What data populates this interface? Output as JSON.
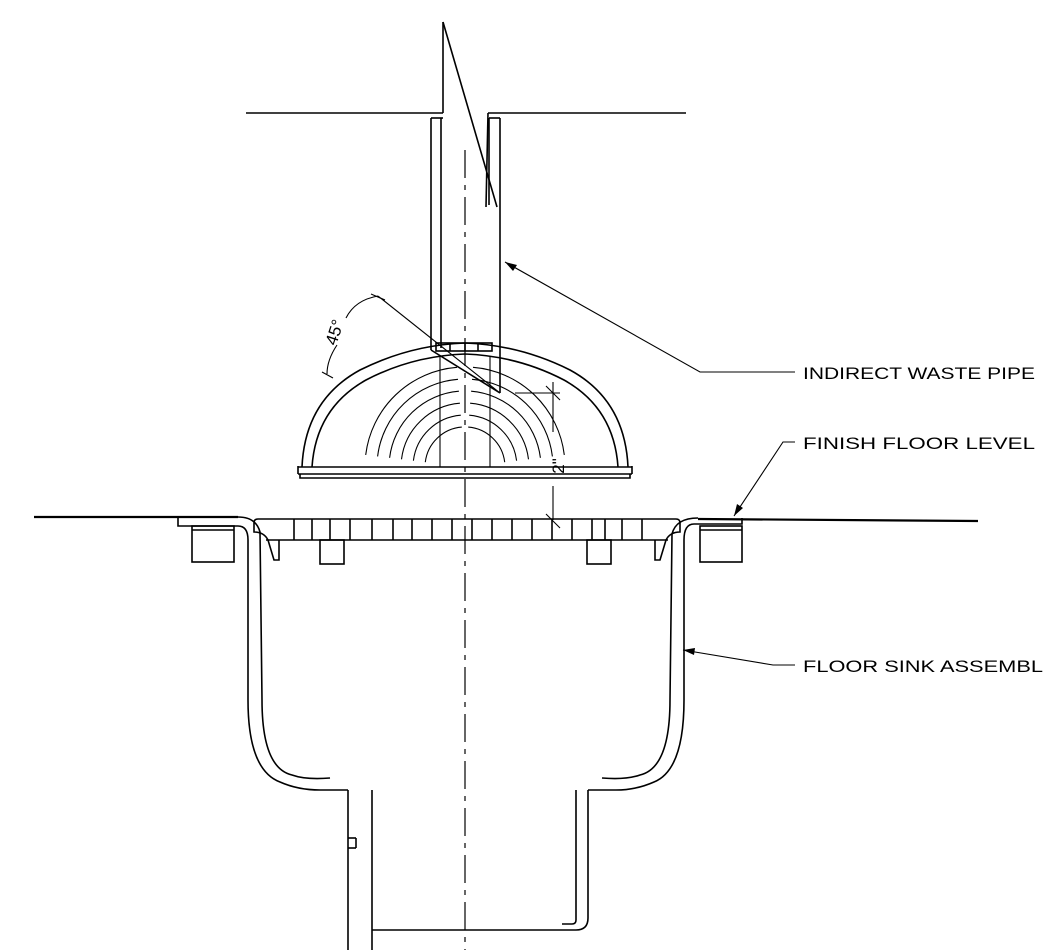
{
  "labels": {
    "indirect_waste_pipe": "INDIRECT WASTE PIPE",
    "finish_floor_level": "FINISH FLOOR LEVEL",
    "floor_sink_assembly": "FLOOR SINK ASSEMBL"
  },
  "dimensions": {
    "angle": "45°",
    "gap": "2\""
  }
}
